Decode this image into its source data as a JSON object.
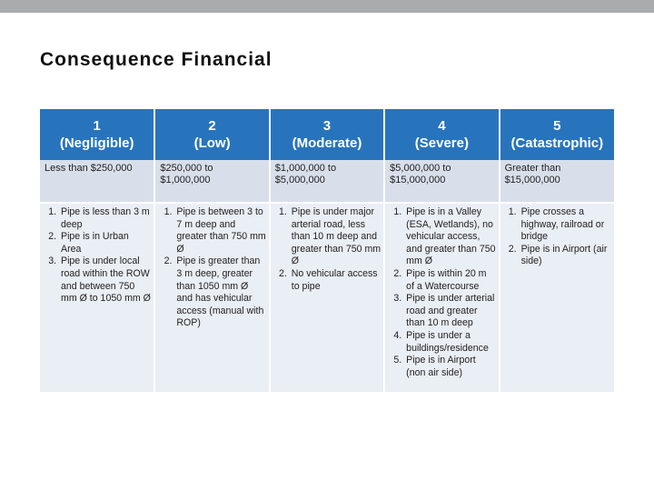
{
  "title": "Consequence  Financial",
  "columns": [
    {
      "number": "1",
      "label": "(Negligible)",
      "range": "Less than $250,000",
      "items": [
        "Pipe is less than 3 m deep",
        "Pipe is in Urban Area",
        "Pipe is under local road within the ROW and between 750 mm Ø to 1050 mm Ø"
      ]
    },
    {
      "number": "2",
      "label": "(Low)",
      "range": "$250,000 to $1,000,000",
      "items": [
        "Pipe is between 3 to 7 m deep and greater than 750 mm Ø",
        "Pipe is greater than 3 m deep, greater than 1050 mm Ø and has vehicular access (manual with ROP)"
      ]
    },
    {
      "number": "3",
      "label": "(Moderate)",
      "range": "$1,000,000 to $5,000,000",
      "items": [
        "Pipe is under major arterial road, less than 10 m deep and greater than 750 mm Ø",
        "No vehicular access to pipe"
      ]
    },
    {
      "number": "4",
      "label": "(Severe)",
      "range": "$5,000,000 to $15,000,000",
      "items": [
        "Pipe is in a Valley (ESA, Wetlands), no vehicular access, and greater than 750 mm Ø",
        "Pipe is within 20 m of a Watercourse",
        "Pipe is under arterial road and greater than 10 m deep",
        "Pipe is under a buildings/residence",
        "Pipe is in Airport (non air side)"
      ]
    },
    {
      "number": "5",
      "label": "(Catastrophic)",
      "range": "Greater than $15,000,000",
      "items": [
        "Pipe crosses a highway, railroad or bridge",
        "Pipe is in Airport (air side)"
      ]
    }
  ]
}
